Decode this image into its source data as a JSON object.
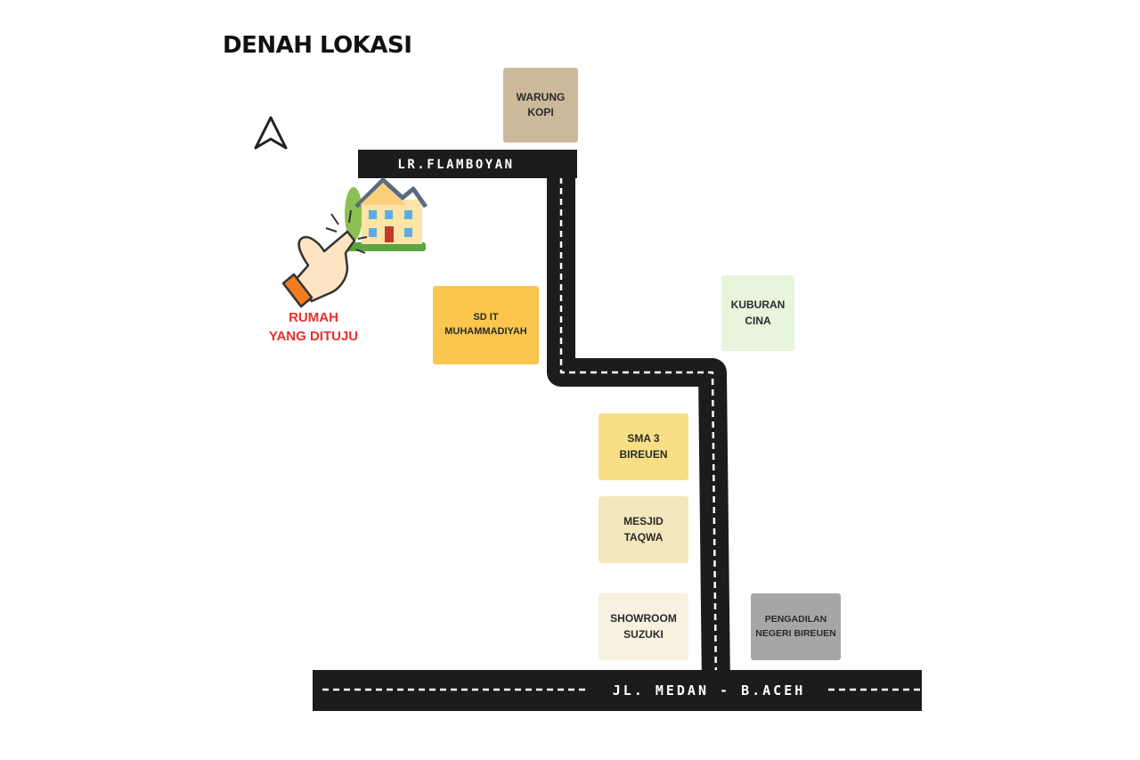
{
  "title": "DENAH LOKASI",
  "destination": {
    "line1": "RUMAH",
    "line2": "YANG DITUJU"
  },
  "roads": {
    "north": "LR.FLAMBOYAN",
    "south": "JL. MEDAN - B.ACEH"
  },
  "landmarks": {
    "warung": {
      "line1": "WARUNG",
      "line2": "KOPI",
      "color": "#cbb99a"
    },
    "sdit": {
      "line1": "SD IT",
      "line2": "MUHAMMADIYAH",
      "color": "#fbc64e"
    },
    "kuburan": {
      "line1": "KUBURAN",
      "line2": "CINA",
      "color": "#e6f5dc"
    },
    "sma": {
      "line1": "SMA 3",
      "line2": "BIREUEN",
      "color": "#f8df85"
    },
    "mesjid": {
      "line1": "MESJID",
      "line2": "TAQWA",
      "color": "#f3e7bd"
    },
    "showroom": {
      "line1": "SHOWROOM",
      "line2": "SUZUKI",
      "color": "#f7f1e0"
    },
    "pengadilan": {
      "line1": "PENGADILAN",
      "line2": "NEGERI BIREUEN",
      "color": "#a6a6a6"
    }
  },
  "icons": [
    "north-arrow-icon",
    "house-icon",
    "pointing-hand-icon"
  ]
}
